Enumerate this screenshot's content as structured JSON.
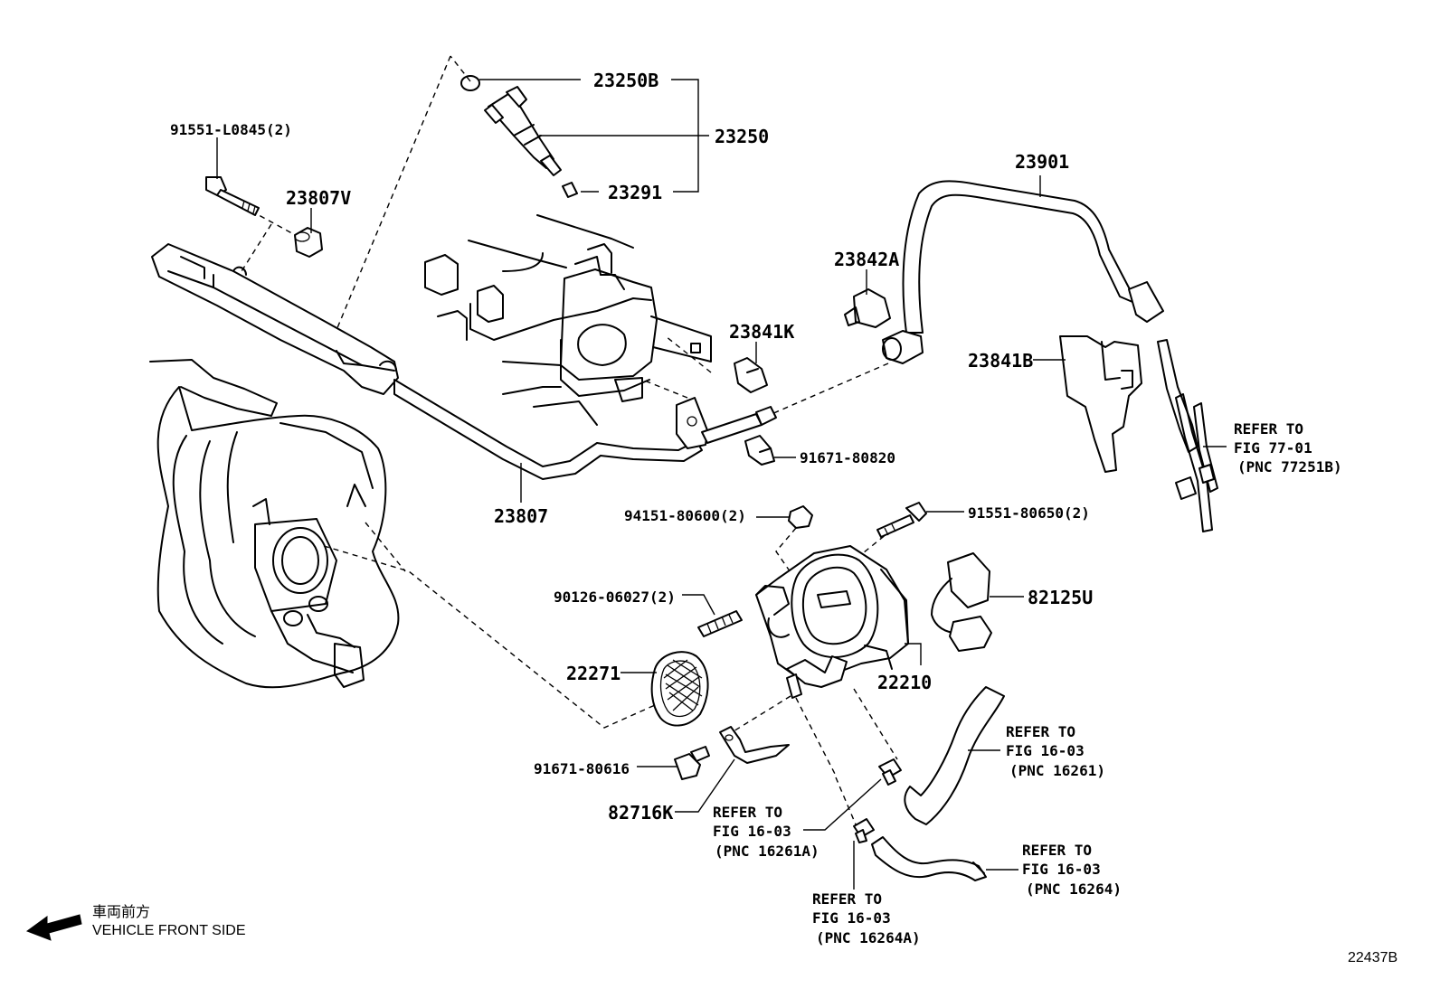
{
  "labels": {
    "p23250B": "23250B",
    "p23250": "23250",
    "p23291": "23291",
    "p91551_L0845": "91551-L0845(2)",
    "p23807V": "23807V",
    "p23901": "23901",
    "p23842A": "23842A",
    "p23841K": "23841K",
    "p23841B": "23841B",
    "p91671_80820": "91671-80820",
    "p23807": "23807",
    "p94151_80600": "94151-80600(2)",
    "p91551_80650": "91551-80650(2)",
    "p90126_06027": "90126-06027(2)",
    "p82125U": "82125U",
    "p22271": "22271",
    "p22210": "22210",
    "p91671_80616": "91671-80616",
    "p82716K": "82716K"
  },
  "references": {
    "fig77": {
      "line1": "REFER TO",
      "line2": "FIG 77-01",
      "line3": "(PNC 77251B)"
    },
    "fig16_16261": {
      "line1": "REFER TO",
      "line2": "FIG 16-03",
      "line3": "(PNC 16261)"
    },
    "fig16_16261A": {
      "line1": "REFER TO",
      "line2": "FIG 16-03",
      "line3": "(PNC 16261A)"
    },
    "fig16_16264": {
      "line1": "REFER TO",
      "line2": "FIG 16-03",
      "line3": "(PNC 16264)"
    },
    "fig16_16264A": {
      "line1": "REFER TO",
      "line2": "FIG 16-03",
      "line3": "(PNC 16264A)"
    }
  },
  "front_indicator": {
    "japanese": "車両前方",
    "english": "VEHICLE FRONT SIDE"
  },
  "diagram_code": "22437B"
}
